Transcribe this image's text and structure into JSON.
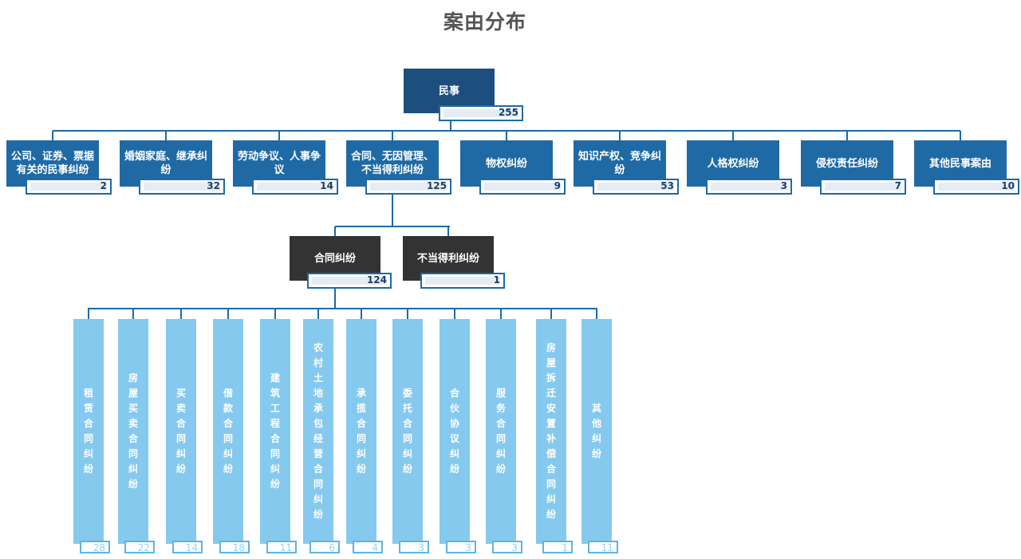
{
  "title": "案由分布",
  "root": {
    "label": "民事",
    "value": "255"
  },
  "level1": [
    {
      "label": "公司、证券、票据有关的民事纠纷",
      "value": "2"
    },
    {
      "label": "婚姻家庭、继承纠纷",
      "value": "32"
    },
    {
      "label": "劳动争议、人事争议",
      "value": "14"
    },
    {
      "label": "合同、无因管理、不当得利纠纷",
      "value": "125"
    },
    {
      "label": "物权纠纷",
      "value": "9"
    },
    {
      "label": "知识产权、竞争纠纷",
      "value": "53"
    },
    {
      "label": "人格权纠纷",
      "value": "3"
    },
    {
      "label": "侵权责任纠纷",
      "value": "7"
    },
    {
      "label": "其他民事案由",
      "value": "10"
    }
  ],
  "level2": [
    {
      "label": "合同纠纷",
      "value": "124"
    },
    {
      "label": "不当得利纠纷",
      "value": "1"
    }
  ],
  "level3": [
    {
      "label": "租赁合同纠纷",
      "value": "28"
    },
    {
      "label": "房屋买卖合同纠纷",
      "value": "22"
    },
    {
      "label": "买卖合同纠纷",
      "value": "14"
    },
    {
      "label": "借款合同纠纷",
      "value": "18"
    },
    {
      "label": "建筑工程合同纠纷",
      "value": "11"
    },
    {
      "label": "农村土地承包经营合同纠纷",
      "value": "6"
    },
    {
      "label": "承揽合同纠纷",
      "value": "4"
    },
    {
      "label": "委托合同纠纷",
      "value": "3"
    },
    {
      "label": "合伙协议纠纷",
      "value": "3"
    },
    {
      "label": "服务合同纠纷",
      "value": "3"
    },
    {
      "label": "房屋拆迁安置补偿合同纠纷",
      "value": "1"
    },
    {
      "label": "其他纠纷",
      "value": "11"
    }
  ]
}
